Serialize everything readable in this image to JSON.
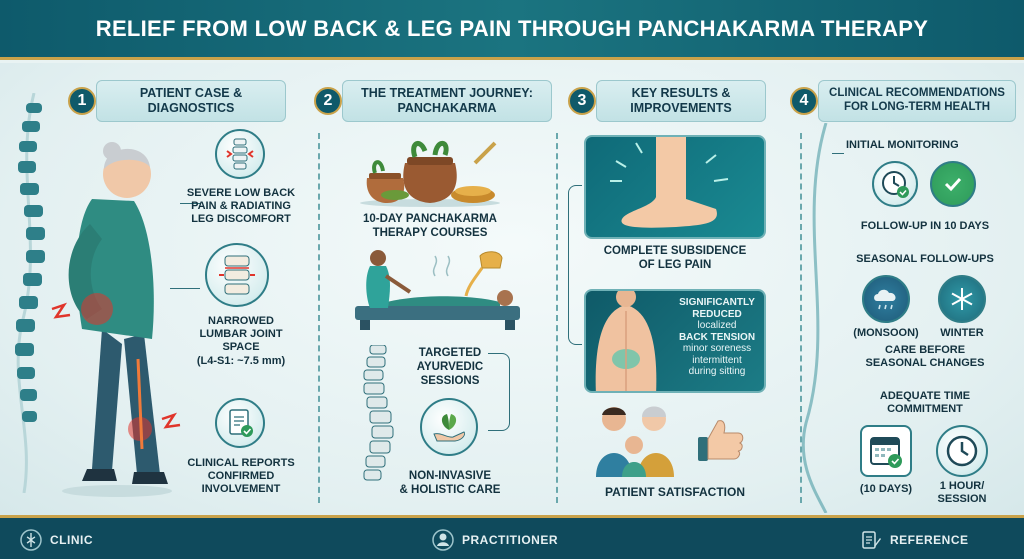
{
  "header": {
    "title": "RELIEF FROM LOW BACK & LEG PAIN THROUGH PANCHAKARMA THERAPY"
  },
  "sections": [
    {
      "number": "1",
      "title_line1": "PATIENT CASE &",
      "title_line2": "DIAGNOSTICS"
    },
    {
      "number": "2",
      "title_line1": "THE TREATMENT JOURNEY:",
      "title_line2": "PANCHAKARMA"
    },
    {
      "number": "3",
      "title_line1": "KEY RESULTS &",
      "title_line2": "IMPROVEMENTS"
    },
    {
      "number": "4",
      "title_line1": "CLINICAL RECOMMENDATIONS",
      "title_line2": "FOR LONG-TERM HEALTH"
    }
  ],
  "s1": {
    "pain": [
      "SEVERE LOW BACK",
      "PAIN & RADIATING",
      "LEG DISCOMFORT"
    ],
    "joint": [
      "NARROWED",
      "LUMBAR JOINT",
      "SPACE",
      "(L4-S1: ~7.5 mm)"
    ],
    "reports": [
      "CLINICAL REPORTS",
      "CONFIRMED",
      "INVOLVEMENT"
    ]
  },
  "s2": {
    "courses": [
      "10-DAY PANCHAKARMA",
      "THERAPY COURSES"
    ],
    "sessions": [
      "TARGETED",
      "AYURVEDIC",
      "SESSIONS"
    ],
    "care": [
      "NON-INVASIVE",
      "& HOLISTIC CARE"
    ]
  },
  "s3": {
    "leg": [
      "COMPLETE SUBSIDENCE",
      "OF LEG PAIN"
    ],
    "back": [
      "SIGNIFICANTLY",
      "REDUCED",
      "localized",
      "BACK TENSION",
      "minor soreness",
      "intermittent",
      "during sitting"
    ],
    "satisfaction": "PATIENT SATISFACTION"
  },
  "s4": {
    "initial": "INITIAL MONITORING",
    "followup": "FOLLOW-UP IN 10 DAYS",
    "seasonal": "SEASONAL FOLLOW-UPS",
    "monsoon": "(MONSOON)",
    "winter": "WINTER",
    "care": [
      "CARE BEFORE",
      "SEASONAL CHANGES"
    ],
    "time": [
      "ADEQUATE TIME",
      "COMMITMENT"
    ],
    "days": "(10 DAYS)",
    "hour": [
      "1 HOUR/",
      "SESSION"
    ]
  },
  "footer": {
    "clinic": "CLINIC",
    "practitioner": "PRACTITIONER",
    "reference": "REFERENCE"
  },
  "colors": {
    "teal_dark": "#0f5a6a",
    "gold": "#c9a24a",
    "pain_red": "#e0352b",
    "check_green": "#2e9a5a"
  }
}
